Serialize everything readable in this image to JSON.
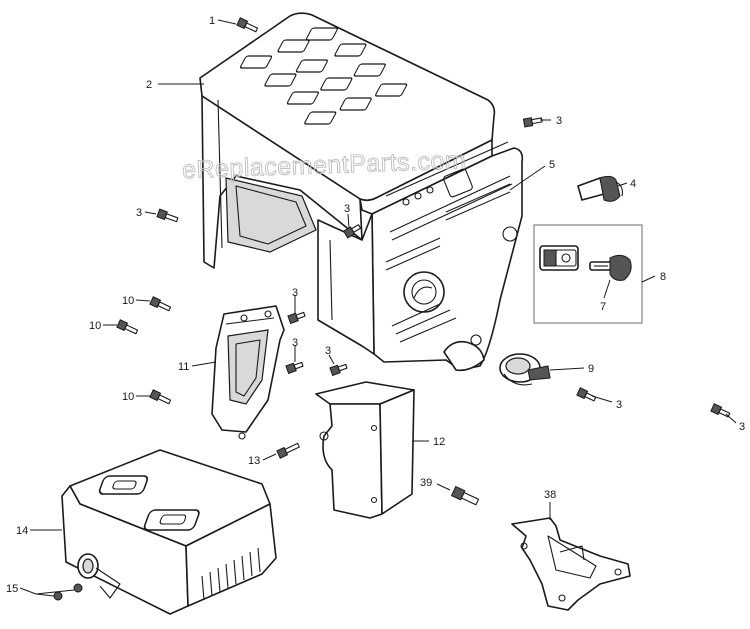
{
  "watermark": "eReplacementParts.com",
  "callouts": [
    "1",
    "2",
    "3",
    "3",
    "3",
    "3",
    "3",
    "3",
    "3",
    "3",
    "4",
    "5",
    "7",
    "8",
    "9",
    "10",
    "10",
    "10",
    "11",
    "12",
    "13",
    "14",
    "15",
    "38",
    "39"
  ]
}
